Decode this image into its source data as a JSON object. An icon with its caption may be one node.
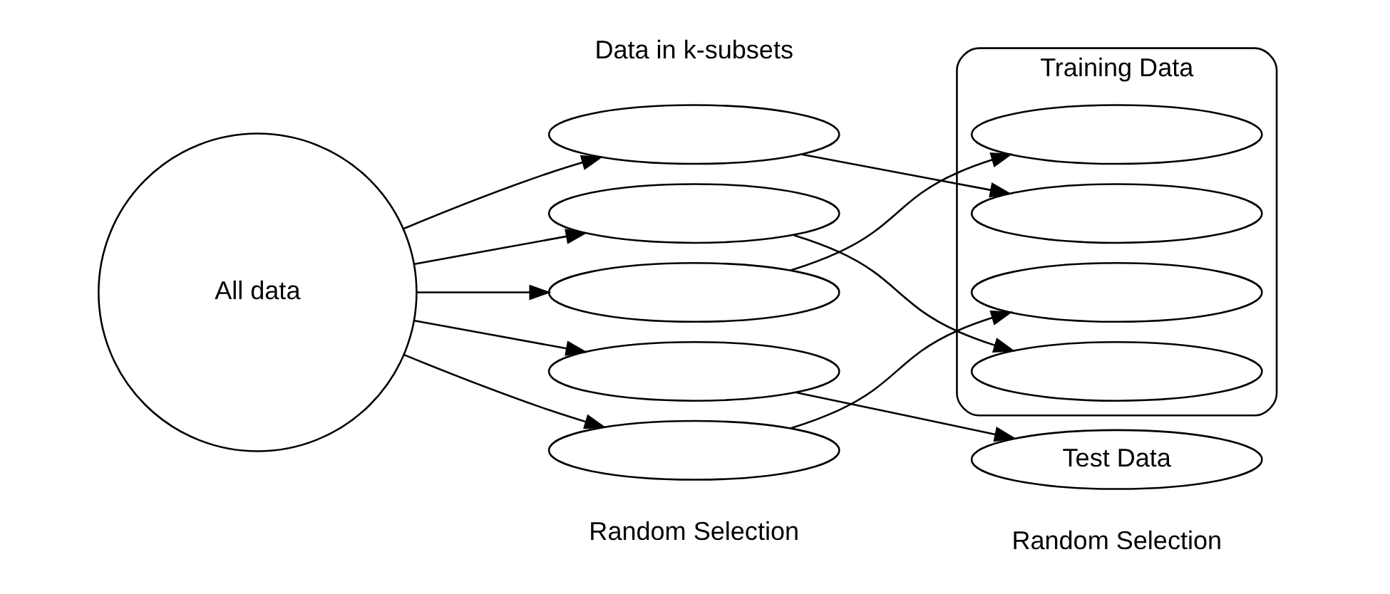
{
  "diagram": {
    "nodes": [
      {
        "text": [
          "All data"
        ]
      },
      {
        "text": [],
        "shape": "ellipse"
      },
      {
        "text": [],
        "shape": "ellipse"
      },
      {
        "text": [],
        "shape": "ellipse"
      },
      {
        "text": [],
        "shape": "ellipse"
      },
      {
        "text": [],
        "shape": "ellipse"
      },
      {
        "text": [
          "Training Data"
        ]
      },
      {
        "text": [],
        "shape": "ellipse",
        "in": 6
      },
      {
        "text": [],
        "shape": "ellipse",
        "in": 6
      },
      {
        "text": [],
        "shape": "ellipse",
        "in": 6
      },
      {
        "text": [],
        "shape": "ellipse",
        "in": 6
      },
      {
        "text": [
          "Test Data"
        ]
      }
    ],
    "edges": [
      {
        "from": 0,
        "to": 1,
        "arrow": "to"
      },
      {
        "from": 0,
        "to": 2,
        "arrow": "to"
      },
      {
        "from": 0,
        "to": 3,
        "arrow": "to"
      },
      {
        "from": 0,
        "to": 4,
        "arrow": "to"
      },
      {
        "from": 0,
        "to": 5,
        "arrow": "to"
      },
      {
        "from": 1,
        "to": 8,
        "arrow": "to"
      },
      {
        "from": 2,
        "to": 10,
        "arrow": "to"
      },
      {
        "from": 3,
        "to": 7,
        "arrow": "to"
      },
      {
        "from": 5,
        "to": 9,
        "arrow": "to"
      },
      {
        "from": 4,
        "to": 11,
        "arrow": "to"
      }
    ],
    "labels": [
      "Data in k-subsets",
      "Random Selection",
      "Random Selection"
    ]
  }
}
